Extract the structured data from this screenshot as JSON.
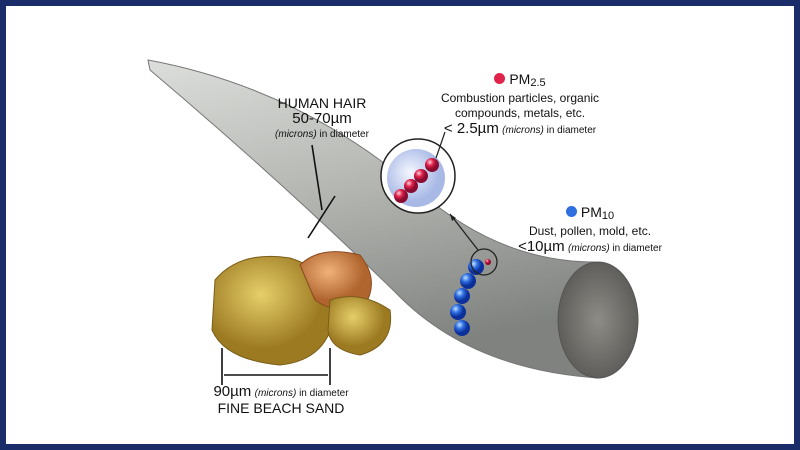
{
  "hair": {
    "title": "HUMAN HAIR",
    "size": "50-70µm",
    "note_italic": "(microns)",
    "note": " in diameter"
  },
  "pm25": {
    "title": "PM",
    "sub": "2.5",
    "line1": "Combustion particles, organic",
    "line2": "compounds, metals, etc.",
    "size": "< 2.5µm",
    "note_italic": "(microns)",
    "note": " in diameter",
    "color": "#e0234a"
  },
  "pm10": {
    "title": "PM",
    "sub": "10",
    "line1": "Dust, pollen, mold, etc.",
    "size": "<10µm",
    "note_italic": "(microns)",
    "note": " in diameter",
    "color": "#2f6fe0"
  },
  "sand": {
    "size": "90µm",
    "note_italic": "(microns)",
    "note": " in diameter",
    "title": "FINE BEACH SAND"
  },
  "colors": {
    "border": "#1b2d68",
    "hair": "#b8bab6",
    "sand": "#c9a63c"
  }
}
